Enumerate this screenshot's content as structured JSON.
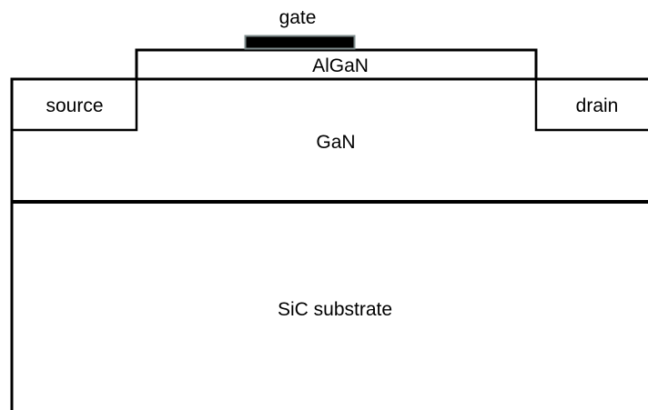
{
  "labels": {
    "gate": "gate",
    "barrier": "AlGaN",
    "source": "source",
    "drain": "drain",
    "channel": "GaN",
    "substrate": "SiC substrate"
  },
  "colors": {
    "line": "#000000",
    "gate_metal": "#000000",
    "gate_outline": "#7f8c8d",
    "background": "#ffffff"
  }
}
